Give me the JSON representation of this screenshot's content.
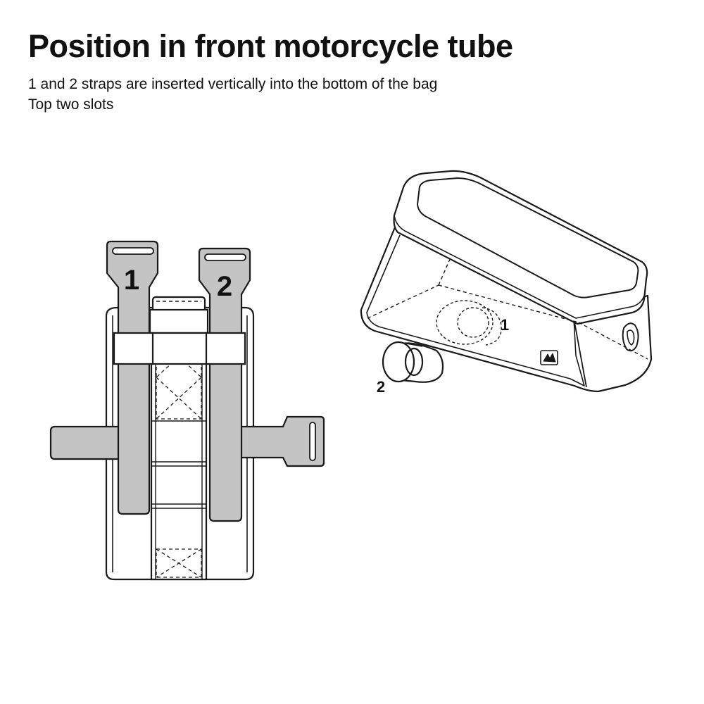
{
  "header": {
    "title": "Position in front motorcycle tube",
    "line1": "1 and 2 straps are inserted vertically into the bottom of the bag",
    "line2": "Top two slots"
  },
  "back_view": {
    "strap_labels": [
      "1",
      "2"
    ]
  },
  "perspective_view": {
    "callouts": [
      "1",
      "2"
    ]
  },
  "colors": {
    "strap_fill": "#c4c4c4",
    "outline": "#1a1a1a",
    "background": "#ffffff"
  }
}
